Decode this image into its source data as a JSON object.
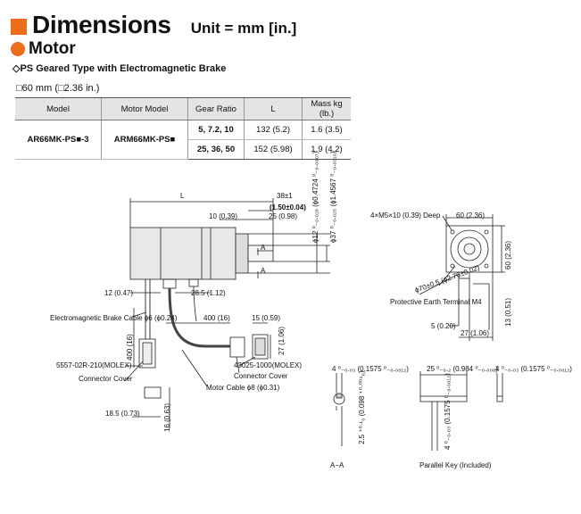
{
  "header": {
    "title": "Dimensions",
    "unit": "Unit = mm [in.]"
  },
  "section": {
    "title": "Motor"
  },
  "product_type": "◇PS Geared Type with Electromagnetic Brake",
  "frame_size": "□60 mm (□2.36 in.)",
  "table": {
    "headers": [
      "Model",
      "Motor Model",
      "Gear Ratio",
      "L",
      "Mass kg (lb.)"
    ],
    "model": "AR66MK-PS■-3",
    "motor_model": "ARM66MK-PS■",
    "rows": [
      {
        "gear_ratio": "5, 7.2, 10",
        "l": "132 (5.2)",
        "mass": "1.6 (3.5)"
      },
      {
        "gear_ratio": "25, 36, 50",
        "l": "152 (5.98)",
        "mass": "1.9 (4.2)"
      }
    ]
  },
  "drawing": {
    "l": "L",
    "dim_38": "38±1",
    "dim_38_in": "(1.50±0.04)",
    "dim_25": "25 (0.98)",
    "dim_10": "10 (0.39)",
    "shaft_dia": "ϕ12 ⁰₋₀.₀₁₈ (ϕ0.4724 ⁰₋₀.₀₀₀₇)",
    "pilot_dia": "ϕ37 ⁰₋₀.₀₂₅ (ϕ1.4567 ⁰₋₀.₀₀₁₀)",
    "section_mark": "A",
    "dim_12": "12 (0.47)",
    "dim_28_5": "28.5 (1.12)",
    "brake_cable": "Electromagnetic Brake Cable ϕ6 (ϕ0.24)",
    "dim_400_a": "400 (16)",
    "dim_400_b": "400 (16)",
    "dim_15": "15 (0.59)",
    "dim_27_v": "27 (1.06)",
    "connector_5557": "5557-02R-210(MOLEX)",
    "connector_cover_1": "Connector Cover",
    "connector_43025": "43025-1000(MOLEX)",
    "connector_cover_2": "Connector Cover",
    "motor_cable": "Motor Cable ϕ8 (ϕ0.31)",
    "dim_18_5": "18.5 (0.73)",
    "dim_16": "16 (0.63)",
    "holes": "4×M5×10 (0.39) Deep",
    "dim_60_h": "60 (2.36)",
    "dim_60_v": "60 (2.36)",
    "pcd": "ϕ70±0.5 (ϕ2.76±0.02)",
    "earth": "Protective Earth Terminal M4",
    "dim_5": "5 (0.20)",
    "dim_27_b": "27 (1.06)",
    "dim_13": "13 (0.51)",
    "aa_4": "4 ⁰₋₀.₀₃ (0.1575 ⁰₋₀.₀₀₁₂)",
    "aa_2_5": "2.5 ⁺⁰·¹₀ (0.098 ⁺⁰·⁰⁰⁴₀)",
    "aa_label": "A−A",
    "key_25": "25 ⁰₋₀.₂ (0.984 ⁰₋₀.₀₀₈)",
    "key_4_v": "4 ⁰₋₀.₀₃ (0.1575 ⁰₋₀.₀₀₁₂)",
    "key_4_h": "4 ⁰₋₀.₀₃ (0.1575 ⁰₋₀.₀₀₁₂)",
    "key_label": "Parallel Key (Included)"
  },
  "colors": {
    "accent": "#ef6c1b"
  }
}
